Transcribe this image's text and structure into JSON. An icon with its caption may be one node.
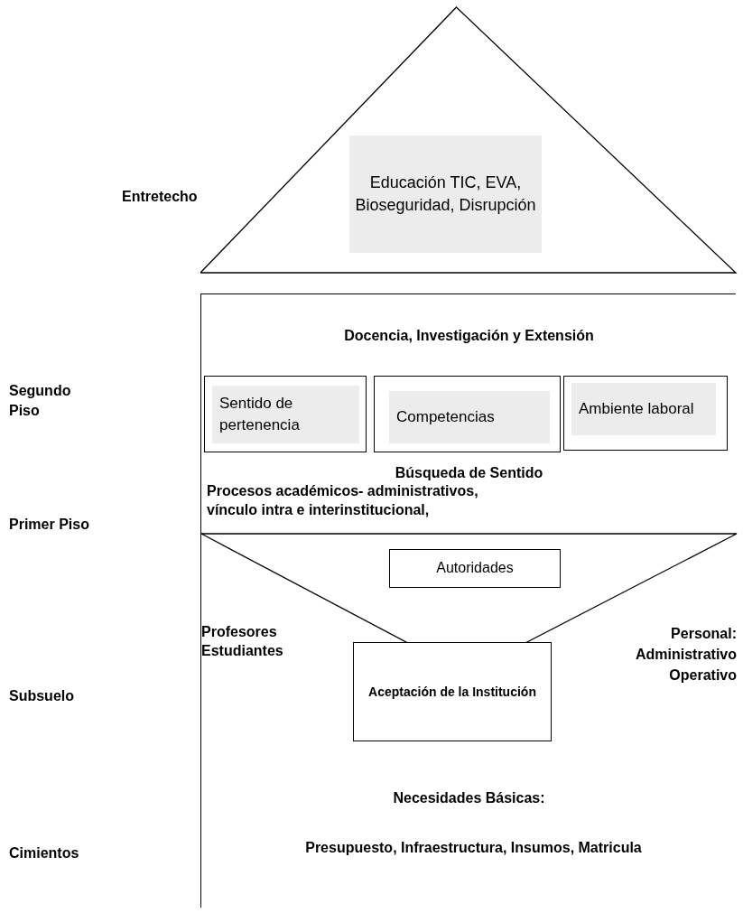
{
  "diagram": {
    "nodes": [
      {
        "text": [],
        "shape": "triangle"
      },
      {
        "text": [
          "Educación TIC, EVA, Bioseguridad, Disrupción"
        ],
        "in": 0
      },
      {
        "text": [
          "Docencia, Investigación y Extensión",
          "Búsqueda de Sentido",
          "Procesos académicos- administrativos, vínculo intra e interinstitucional,",
          "Profesores Estudiantes",
          "Personal: Administrativo Operativo",
          "Necesidades Básicas:",
          "Presupuesto, Infraestructura, Insumos, Matricula"
        ]
      },
      {
        "text": [],
        "shape": "box",
        "in": 2
      },
      {
        "text": [
          "Sentido de pertenencia"
        ],
        "in": 3
      },
      {
        "text": [],
        "shape": "box",
        "in": 2
      },
      {
        "text": [
          "Competencias"
        ],
        "in": 5
      },
      {
        "text": [],
        "shape": "box",
        "in": 2
      },
      {
        "text": [
          "Ambiente laboral"
        ],
        "in": 7
      },
      {
        "text": [],
        "shape": "triangle",
        "in": 2
      },
      {
        "text": [
          "Autoridades"
        ],
        "in": 9
      },
      {
        "text": [
          "Aceptación de la Institución"
        ],
        "in": 2
      }
    ],
    "labels": [
      "Entretecho",
      "Segundo Piso",
      "Primer Piso",
      "Subsuelo",
      "Cimientos"
    ]
  }
}
